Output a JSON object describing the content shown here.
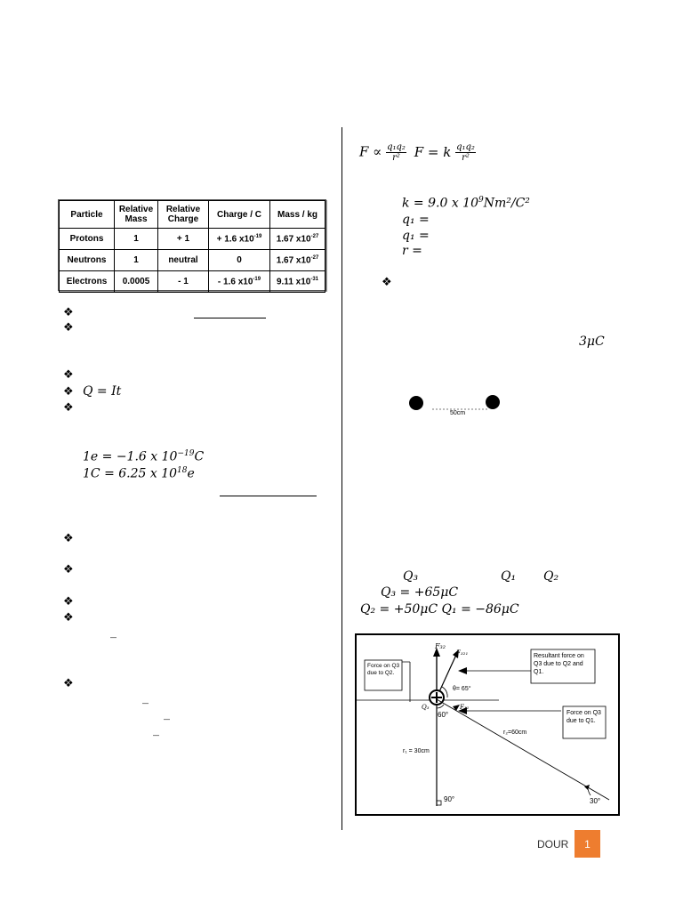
{
  "table": {
    "headers": [
      "Particle",
      "Relative Mass",
      "Relative Charge",
      "Charge / C",
      "Mass / kg"
    ],
    "rows": [
      [
        "Protons",
        "1",
        "+ 1",
        "+ 1.6 x10",
        "1.67 x10"
      ],
      [
        "Neutrons",
        "1",
        "neutral",
        "0",
        "1.67 x10"
      ],
      [
        "Electrons",
        "0.0005",
        "- 1",
        "- 1.6 x10",
        "9.11 x10"
      ]
    ],
    "exponents": [
      [
        "-19",
        "-27"
      ],
      [
        "",
        "-27"
      ],
      [
        "-19",
        "-31"
      ]
    ]
  },
  "left": {
    "bullet": "❖",
    "eq_current": "Q = It",
    "eq_e": "1e = −1.6 x 10",
    "eq_e_exp": "−19",
    "eq_e_unit": "C",
    "eq_c": "1C = 6.25 x 10",
    "eq_c_exp": "18",
    "eq_c_unit": "e",
    "dash": "_"
  },
  "right": {
    "prop_lhs": "F ∝",
    "frac_num": "q₁q₂",
    "frac_den": "r²",
    "eq_lhs": "F = k",
    "k_line_a": "k = 9.0 x 10",
    "k_exp": "9",
    "k_line_b": "Nm²/C²",
    "q1a": "q₁ =",
    "q1b": "q₁ =",
    "r_eq": "r =",
    "charge_3": "3μC",
    "distance_label": "50cm",
    "q3_label": "Q₃",
    "q1_label": "Q₁",
    "q2_label": "Q₂",
    "q3_value": "Q₃ = +65μC",
    "q2_q1_values": "Q₂ = +50μC  Q₁ = −86μC"
  },
  "diagram": {
    "f32": "F₃₂",
    "f321": "F₃₂₁",
    "f31": "F₃₁",
    "q3": "Q₃",
    "theta": "θ= 65°",
    "angle60": "60°",
    "r1": "r₁ = 30cm",
    "r2": "r₂=60cm",
    "angle90": "90°",
    "angle30": "30°",
    "resultant_note": "Resultant force on Q3 due to Q2 and Q1.",
    "force_q2_note": "Force on Q3 due to Q2.",
    "force_q1_note": "Force on Q3 due to Q1."
  },
  "footer": {
    "text": "DOUR",
    "page": "1",
    "accent": "#ee7d2f"
  }
}
